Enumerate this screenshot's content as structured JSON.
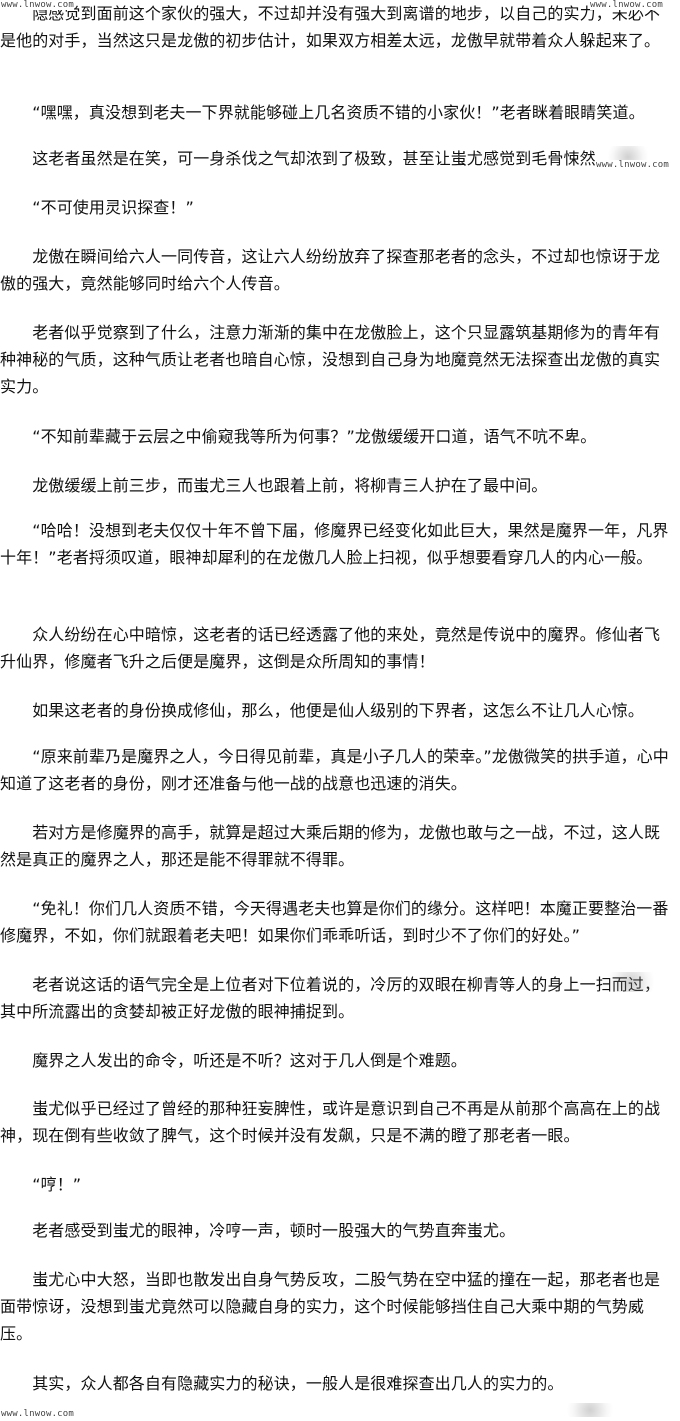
{
  "watermarks": {
    "top_left": "www.lnwow.com",
    "top_right": "www.lnwow.com",
    "mid_right": "www.lnwow.com",
    "bottom_left": "www.lnwow.com"
  },
  "paragraphs": [
    "　　隐感觉到面前这个家伙的强大，不过却并没有强大到离谱的地步，以自己的实力，未必不是他的对手，当然这只是龙傲的初步估计，如果双方相差太远，龙傲早就带着众人躲起来了。",
    "　　“嘿嘿，真没想到老夫一下界就能够碰上几名资质不错的小家伙！”老者眯着眼睛笑道。",
    "　　这老者虽然是在笑，可一身杀伐之气却浓到了极致，甚至让蚩尤感觉到毛骨悚然。",
    "　　“不可使用灵识探查！”",
    "　　龙傲在瞬间给六人一同传音，这让六人纷纷放弃了探查那老者的念头，不过却也惊讶于龙傲的强大，竟然能够同时给六个人传音。",
    "　　老者似乎觉察到了什么，注意力渐渐的集中在龙傲脸上，这个只显露筑基期修为的青年有种神秘的气质，这种气质让老者也暗自心惊，没想到自己身为地魔竟然无法探查出龙傲的真实实力。",
    "　　“不知前辈藏于云层之中偷窥我等所为何事？”龙傲缓缓开口道，语气不吭不卑。",
    "　　龙傲缓缓上前三步，而蚩尤三人也跟着上前，将柳青三人护在了最中间。",
    "　　“哈哈！没想到老夫仅仅十年不曾下届，修魔界已经变化如此巨大，果然是魔界一年，凡界十年！”老者捋须叹道，眼神却犀利的在龙傲几人脸上扫视，似乎想要看穿几人的内心一般。",
    "　　众人纷纷在心中暗惊，这老者的话已经透露了他的来处，竟然是传说中的魔界。修仙者飞升仙界，修魔者飞升之后便是魔界，这倒是众所周知的事情！",
    "　　如果这老者的身份换成修仙，那么，他便是仙人级别的下界者，这怎么不让几人心惊。",
    "　　“原来前辈乃是魔界之人，今日得见前辈，真是小子几人的荣幸。”龙傲微笑的拱手道，心中知道了这老者的身份，刚才还准备与他一战的战意也迅速的消失。",
    "　　若对方是修魔界的高手，就算是超过大乘后期的修为，龙傲也敢与之一战，不过，这人既然是真正的魔界之人，那还是能不得罪就不得罪。",
    "　　“免礼！你们几人资质不错，今天得遇老夫也算是你们的缘分。这样吧！本魔正要整治一番修魔界，不如，你们就跟着老夫吧！如果你们乖乖听话，到时少不了你们的好处。”",
    "　　老者说这话的语气完全是上位者对下位着说的，冷厉的双眼在柳青等人的身上一扫而过，其中所流露出的贪婪却被正好龙傲的眼神捕捉到。",
    "　　魔界之人发出的命令，听还是不听？这对于几人倒是个难题。",
    "　　蚩尤似乎已经过了曾经的那种狂妄脾性，或许是意识到自己不再是从前那个高高在上的战神，现在倒有些收敛了脾气，这个时候并没有发飙，只是不满的瞪了那老者一眼。",
    "　　“哼！”",
    "　　老者感受到蚩尤的眼神，冷哼一声，顿时一股强大的气势直奔蚩尤。",
    "　　蚩尤心中大怒，当即也散发出自身气势反攻，二股气势在空中猛的撞在一起，那老者也是面带惊讶，没想到蚩尤竟然可以隐藏自身的实力，这个时候能够挡住自己大乘中期的气势威压。",
    "　　其实，众人都各自有隐藏实力的秘诀，一般人是很难探查出几人的实力的。"
  ]
}
